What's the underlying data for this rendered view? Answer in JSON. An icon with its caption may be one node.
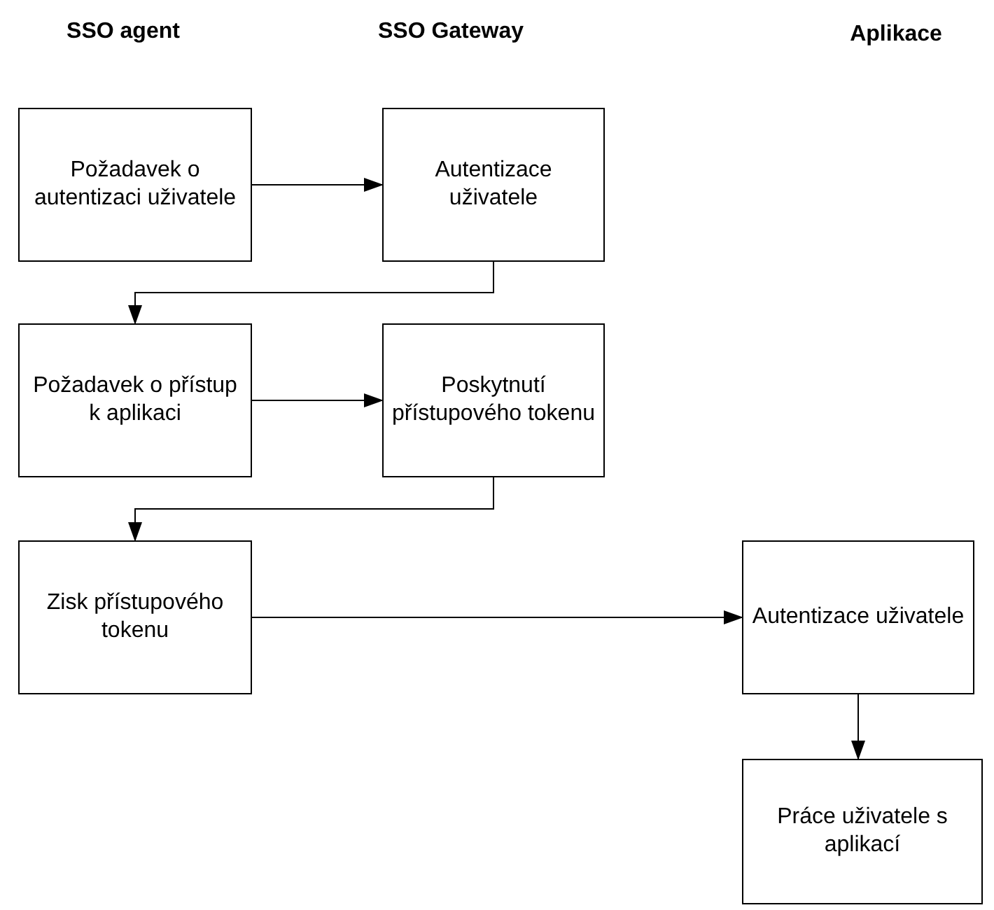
{
  "diagram": {
    "nodes": [
      {
        "text": [
          "Požadavek o autentizaci uživatele"
        ]
      },
      {
        "text": [
          "Autentizace uživatele"
        ]
      },
      {
        "text": [
          "Požadavek o přístup k aplikaci"
        ]
      },
      {
        "text": [
          "Poskytnutí přístupového tokenu"
        ]
      },
      {
        "text": [
          "Zisk přístupového tokenu"
        ]
      },
      {
        "text": [
          "Autentizace uživatele"
        ]
      },
      {
        "text": [
          "Práce uživatele s aplikací"
        ]
      }
    ],
    "edges": [
      {
        "from": 0,
        "to": 1,
        "arrow": "to"
      },
      {
        "from": 1,
        "to": 2,
        "arrow": "to"
      },
      {
        "from": 2,
        "to": 3,
        "arrow": "to"
      },
      {
        "from": 3,
        "to": 4,
        "arrow": "to"
      },
      {
        "from": 4,
        "to": 5,
        "arrow": "to"
      },
      {
        "from": 5,
        "to": 6,
        "arrow": "to"
      }
    ],
    "labels": [
      "SSO agent",
      "SSO Gateway",
      "Aplikace"
    ]
  }
}
